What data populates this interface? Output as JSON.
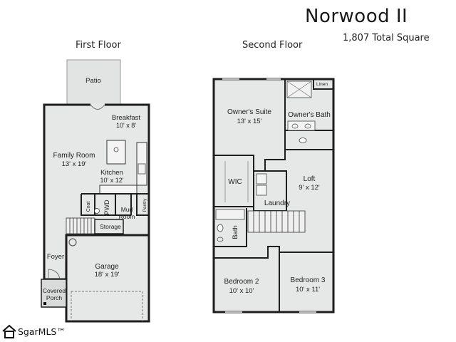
{
  "header": {
    "title": "Norwood II",
    "subtitle": "1,807 Total Square"
  },
  "first_floor": {
    "label": "First Floor",
    "rooms": {
      "patio": "Patio",
      "breakfast": "Breakfast",
      "breakfast_size": "10' x 8'",
      "family_room": "Family Room",
      "family_room_size": "13' x 19'",
      "kitchen": "Kitchen",
      "kitchen_size": "10' x 12'",
      "pwd": "PWD",
      "mud_room": "Mud",
      "mud_room_2": "Room",
      "storage": "Storage",
      "coat": "Coat",
      "pantry": "Pantry",
      "foyer": "Foyer",
      "garage": "Garage",
      "garage_size": "18' x 19'",
      "covered_porch": "Covered",
      "covered_porch_2": "Porch"
    }
  },
  "second_floor": {
    "label": "Second Floor",
    "rooms": {
      "owners_suite": "Owner's Suite",
      "owners_suite_size": "13' x 15'",
      "owners_bath": "Owner's Bath",
      "linen": "Linen",
      "wic": "WIC",
      "laundry": "Laundry",
      "loft": "Loft",
      "loft_size": "9' x 12'",
      "bath": "Bath",
      "bedroom2": "Bedroom 2",
      "bedroom2_size": "10' x 10'",
      "bedroom3": "Bedroom 3",
      "bedroom3_size": "10' x 11'"
    }
  },
  "watermark": {
    "text": "SgarMLS™"
  },
  "colors": {
    "floor_fill": "#e6e7e7",
    "wall": "#1e1e1e",
    "patio_fill": "#e2e3e3"
  }
}
